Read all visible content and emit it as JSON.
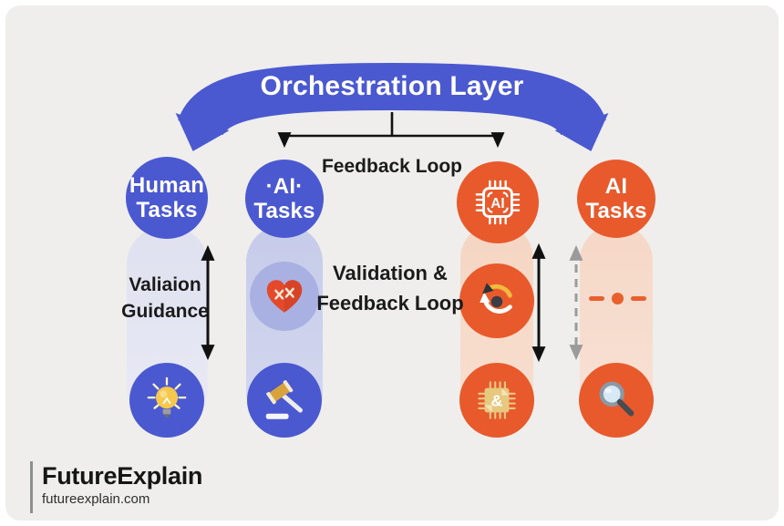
{
  "banner": {
    "title": "Orchestration Layer"
  },
  "labels": {
    "feedback_loop": "Feedback Loop",
    "validation_line1": "Valiaion",
    "validation_line2": "Guidance",
    "center_line1": "Validation &",
    "center_line2": "Feedback Loop"
  },
  "nodes": {
    "human": {
      "line1": "Human",
      "line2": "Tasks"
    },
    "ai_blue": {
      "line1": "·AI·",
      "line2": "Tasks"
    },
    "chip_label": "AI",
    "ai_orange": {
      "line1": "AI",
      "line2": "Tasks"
    },
    "amp_label": "&"
  },
  "icons": {
    "chip": "ai-chip-icon",
    "heart": "heart-pulse-icon",
    "refresh": "refresh-loop-icon",
    "lightbulb": "lightbulb-icon",
    "gavel": "gavel-icon",
    "doc_chip": "document-chip-icon",
    "magnifier": "magnifier-icon"
  },
  "footer": {
    "brand": "FutureExplain",
    "url": "futureexplain.com"
  },
  "colors": {
    "blue": "#4b59d1",
    "orange": "#e85a2b",
    "periwinkle": "#a9b1e2",
    "lavender_band": "#dfe1f0",
    "blue_band": "#c6cbe9",
    "peach_band": "#f5d5c2",
    "background": "#efeeec",
    "text": "#1b1b1b",
    "dashed_gray": "#9b9b9b"
  }
}
